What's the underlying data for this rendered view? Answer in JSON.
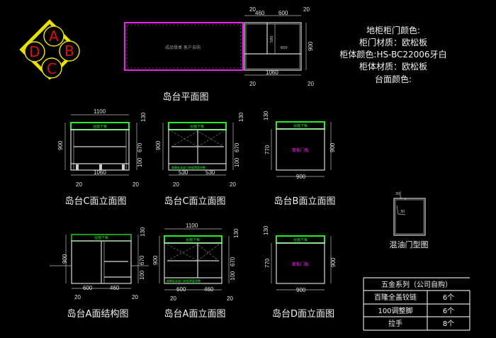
{
  "logo": {
    "letters": [
      "A",
      "B",
      "C",
      "D"
    ]
  },
  "plan": {
    "title": "岛台平面图",
    "placeholder_label": "成品餐桌  客户自购",
    "dims": {
      "top_left_20": "20",
      "top_460": "460",
      "top_600": "600",
      "top_right_20": "20",
      "right_900": "900",
      "bottom_1060": "1060",
      "bottom_left_20": "20",
      "bottom_right_20": "20",
      "inner_580": "580",
      "inner_600": "600"
    }
  },
  "info": {
    "lines": [
      "地柜柜门颜色:",
      "柜门材质：欧松板",
      "柜体颜色:HS-BC22006牙白",
      "柜体材质：欧松板",
      "台面颜色:"
    ]
  },
  "views": {
    "c_structure": {
      "title": "岛台C面立面图",
      "top": "1100",
      "height": "900",
      "d130": "130",
      "d670": "670",
      "d100": "100",
      "bottom": "1060",
      "l20": "20",
      "r20": "20",
      "top_label": "台面下板"
    },
    "c_elev": {
      "title": "岛台C面立面图",
      "height": "900",
      "d130": "130",
      "d670": "670",
      "d100": "100",
      "b1": "530",
      "b2": "530",
      "l20": "20",
      "r20": "20",
      "top_label": "台面下板",
      "kick_label": "踢脚板高度可根据需要调整"
    },
    "b_elev": {
      "title": "岛台B面立面图",
      "d130": "130",
      "d770": "770",
      "right": "900",
      "bottom": "900",
      "top_label": "台面下板",
      "panel_label": "面板门板"
    },
    "a_structure": {
      "title": "岛台A面结构图",
      "height": "900",
      "d130": "130",
      "d670": "670",
      "d100": "100",
      "b1": "600",
      "b2": "460",
      "l20": "20",
      "r20": "20",
      "top_label": "台面下板"
    },
    "a_elev": {
      "title": "岛台A面立面图",
      "top": "1100",
      "height": "900",
      "d130": "130",
      "d670": "670",
      "d100": "100",
      "b1": "600",
      "b2": "460",
      "l20": "20",
      "r20": "20",
      "top_label": "台面下板",
      "kick_label": "踢脚板高度可根据需要调整"
    },
    "d_elev": {
      "title": "岛台D面立面图",
      "d130": "130",
      "d770": "770",
      "right": "900",
      "bottom": "900",
      "top_label": "台面下板",
      "panel_label": "面板门板"
    }
  },
  "door_profile": {
    "title": "混油门型图",
    "d1": "30",
    "d2": "30"
  },
  "hardware_table": {
    "header": "五金系列（公司自购）",
    "rows": [
      {
        "item": "百隆全盖铰链",
        "qty": "6个"
      },
      {
        "item": "100调整脚",
        "qty": "6个"
      },
      {
        "item": "拉手",
        "qty": "8个"
      }
    ]
  }
}
